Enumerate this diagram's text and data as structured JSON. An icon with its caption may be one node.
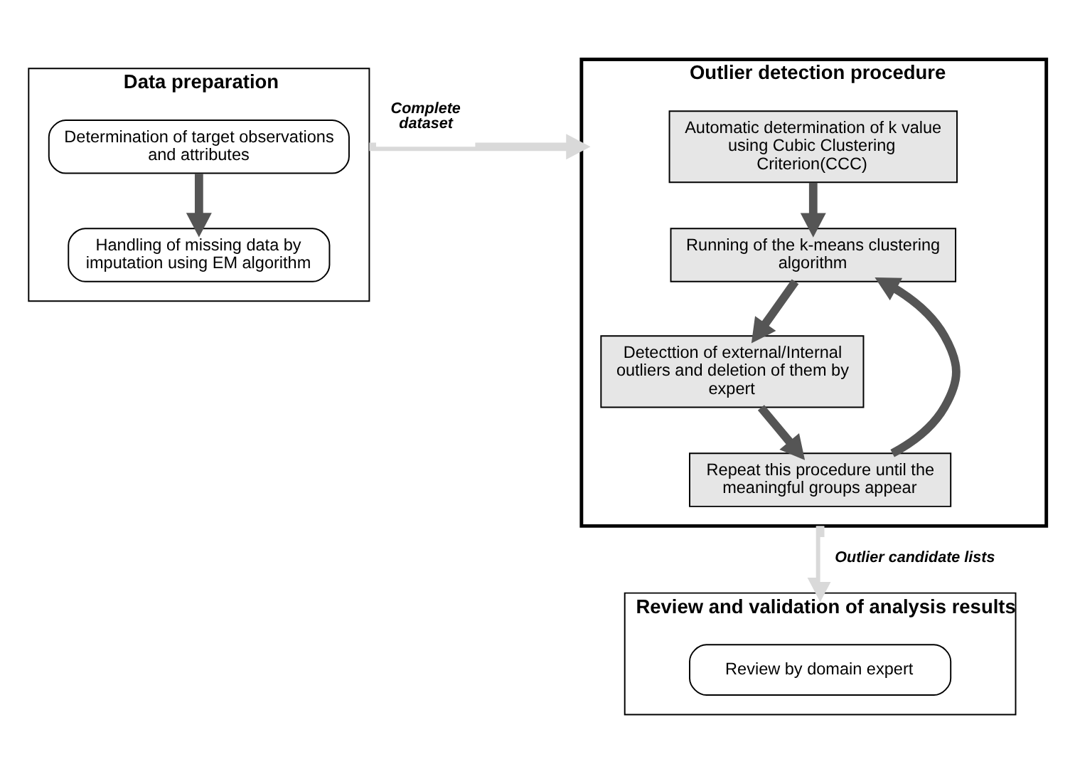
{
  "diagram": {
    "nodes": [
      {
        "text": [
          "Data preparation"
        ]
      },
      {
        "text": [
          "Determination of target observations and attributes"
        ],
        "in": 0
      },
      {
        "text": [
          "Handling of missing data by imputation using EM algorithm"
        ],
        "in": 0
      },
      {
        "text": [
          "Outlier detection procedure"
        ]
      },
      {
        "text": [
          "Automatic determination of k value using Cubic Clustering Criterion(CCC)"
        ],
        "in": 3
      },
      {
        "text": [
          "Running of the k-means clustering algorithm"
        ],
        "in": 3
      },
      {
        "text": [
          "Detecttion of external/Internal outliers and deletion of them by expert"
        ],
        "in": 3
      },
      {
        "text": [
          "Repeat this procedure until the meaningful groups appear"
        ],
        "in": 3
      },
      {
        "text": [
          "Review and validation of analysis results"
        ]
      },
      {
        "text": [
          "Review by domain expert"
        ],
        "in": 8
      }
    ],
    "edges": [
      {
        "from": 1,
        "to": 2,
        "arrow": "to"
      },
      {
        "from": 0,
        "to": 3,
        "arrow": "to",
        "label": "Complete dataset",
        "color": "#d9d9d9"
      },
      {
        "from": 4,
        "to": 5,
        "arrow": "to"
      },
      {
        "from": 5,
        "to": 6,
        "arrow": "to"
      },
      {
        "from": 6,
        "to": 7,
        "arrow": "to"
      },
      {
        "from": 7,
        "to": 5,
        "arrow": "to"
      },
      {
        "from": 3,
        "to": 8,
        "arrow": "to",
        "label": "Outlier candidate lists",
        "color": "#d9d9d9"
      }
    ]
  }
}
